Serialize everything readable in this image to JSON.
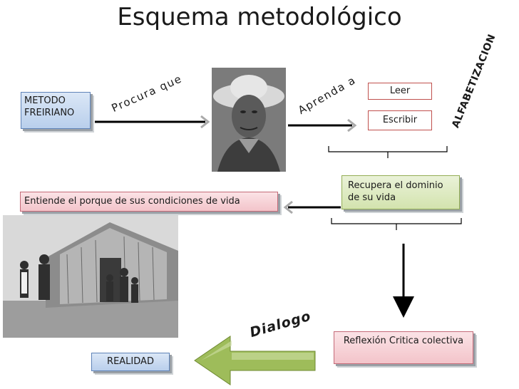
{
  "title": "Esquema metodológico",
  "boxes": {
    "metodo": "METODO\nFREIRIANO",
    "leer": "Leer",
    "escribir": "Escribir",
    "recupera": "Recupera el dominio de su vida",
    "entiende": "Entiende el porque de sus condiciones de  vida",
    "reflexion": "Reflexión Critica colectiva",
    "realidad": "REALIDAD"
  },
  "labels": {
    "procura": "Procura que",
    "aprenda": "Aprenda a",
    "alfabetizacion": "ALFABETIZACION",
    "dialogo": "Dialogo"
  },
  "colors": {
    "blue_box": "#b9cfec",
    "pink_box": "#f3c4ca",
    "green_box": "#d3e3ae",
    "arrow_green": "#9ebc5a"
  }
}
